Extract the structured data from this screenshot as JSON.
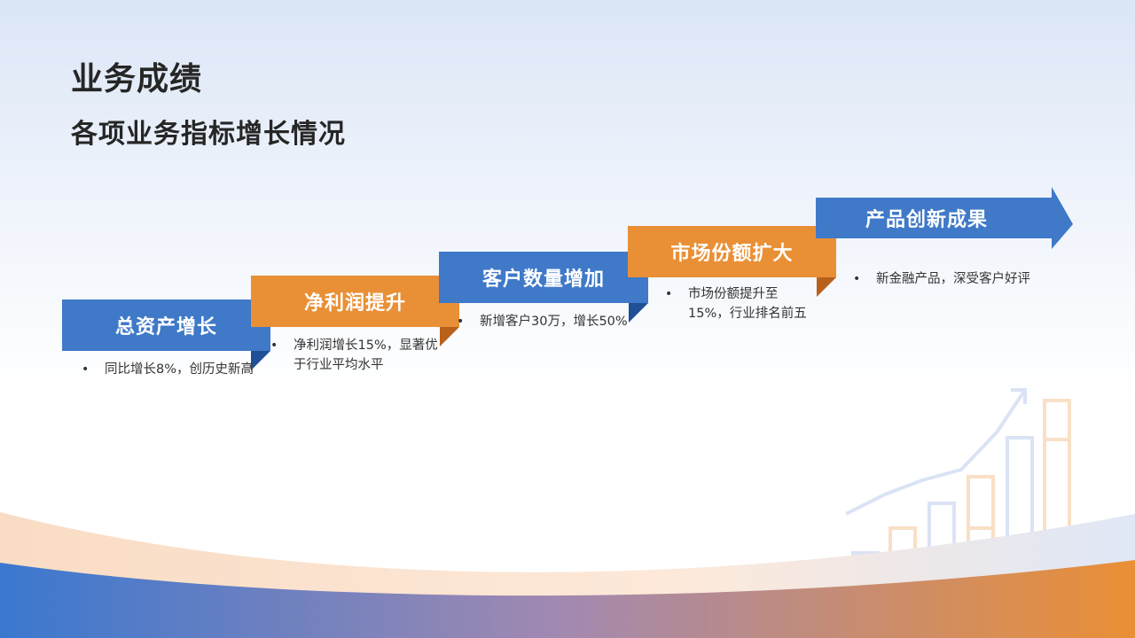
{
  "header": {
    "title": "业务成绩",
    "subtitle": "各项业务指标增长情况"
  },
  "colors": {
    "blue": "#3f79c8",
    "blue_dark": "#1f4f95",
    "orange": "#e99036",
    "orange_dark": "#b9611b",
    "text": "#262626"
  },
  "steps": [
    {
      "title": "总资产增长",
      "color": "blue",
      "bullet": "•",
      "desc": "同比增长8%，创历史新高"
    },
    {
      "title": "净利润提升",
      "color": "orange",
      "bullet": "•",
      "desc": "净利润增长15%，显著优于行业平均水平"
    },
    {
      "title": "客户数量增加",
      "color": "blue",
      "bullet": "•",
      "desc": "新增客户30万，增长50%"
    },
    {
      "title": "市场份额扩大",
      "color": "orange",
      "bullet": "•",
      "desc": "市场份额提升至15%，行业排名前五"
    },
    {
      "title": "产品创新成果",
      "color": "blue",
      "bullet": "•",
      "desc": "新金融产品，深受客户好评"
    }
  ],
  "decorations": {
    "corner_graphic": "rising-bar-chart-icon",
    "bottom": "blue-to-orange-wave"
  }
}
